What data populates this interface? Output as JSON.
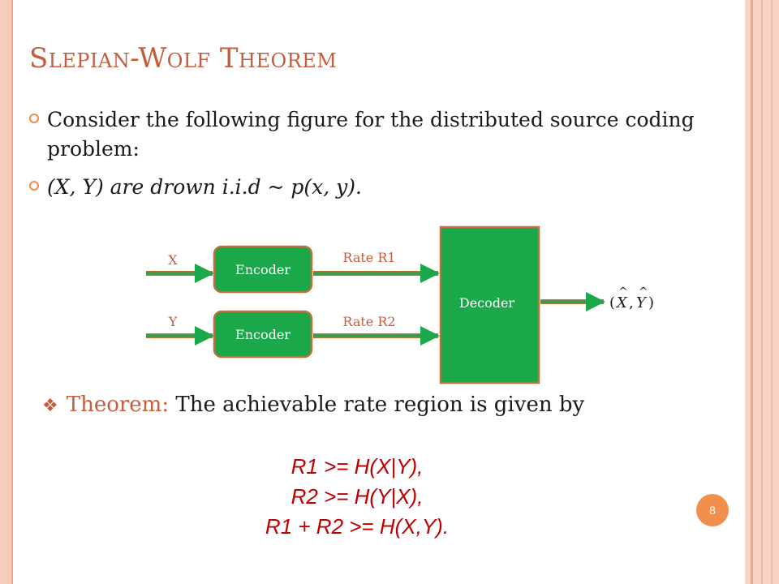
{
  "slide": {
    "title": "Slepian-Wolf Theorem",
    "bullets": [
      "Consider the following figure for the distributed source coding problem:",
      "(X, Y) are drown i.i.d ~ p(x, y)."
    ],
    "theorem": {
      "label": "Theorem:",
      "text": " The achievable rate region is given by"
    },
    "formulas": [
      "R1 >= H(X|Y),",
      "R2 >= H(Y|X),",
      "R1 + R2 >= H(X,Y)."
    ],
    "page_number": "8"
  },
  "diagram": {
    "input_x": "X",
    "input_y": "Y",
    "encoder_label": "Encoder",
    "rate_r1": "Rate R1",
    "rate_r2": "Rate R2",
    "decoder_label": "Decoder",
    "output_x": "X",
    "output_y": "Y",
    "hat": "^",
    "open_paren": "(",
    "comma": ",",
    "close_paren": ")"
  },
  "colors": {
    "accent": "#c65c3c",
    "box_fill": "#1aa84a",
    "box_border": "#c0703a",
    "formula": "#c00000",
    "bullet_ring": "#f08a4b"
  }
}
